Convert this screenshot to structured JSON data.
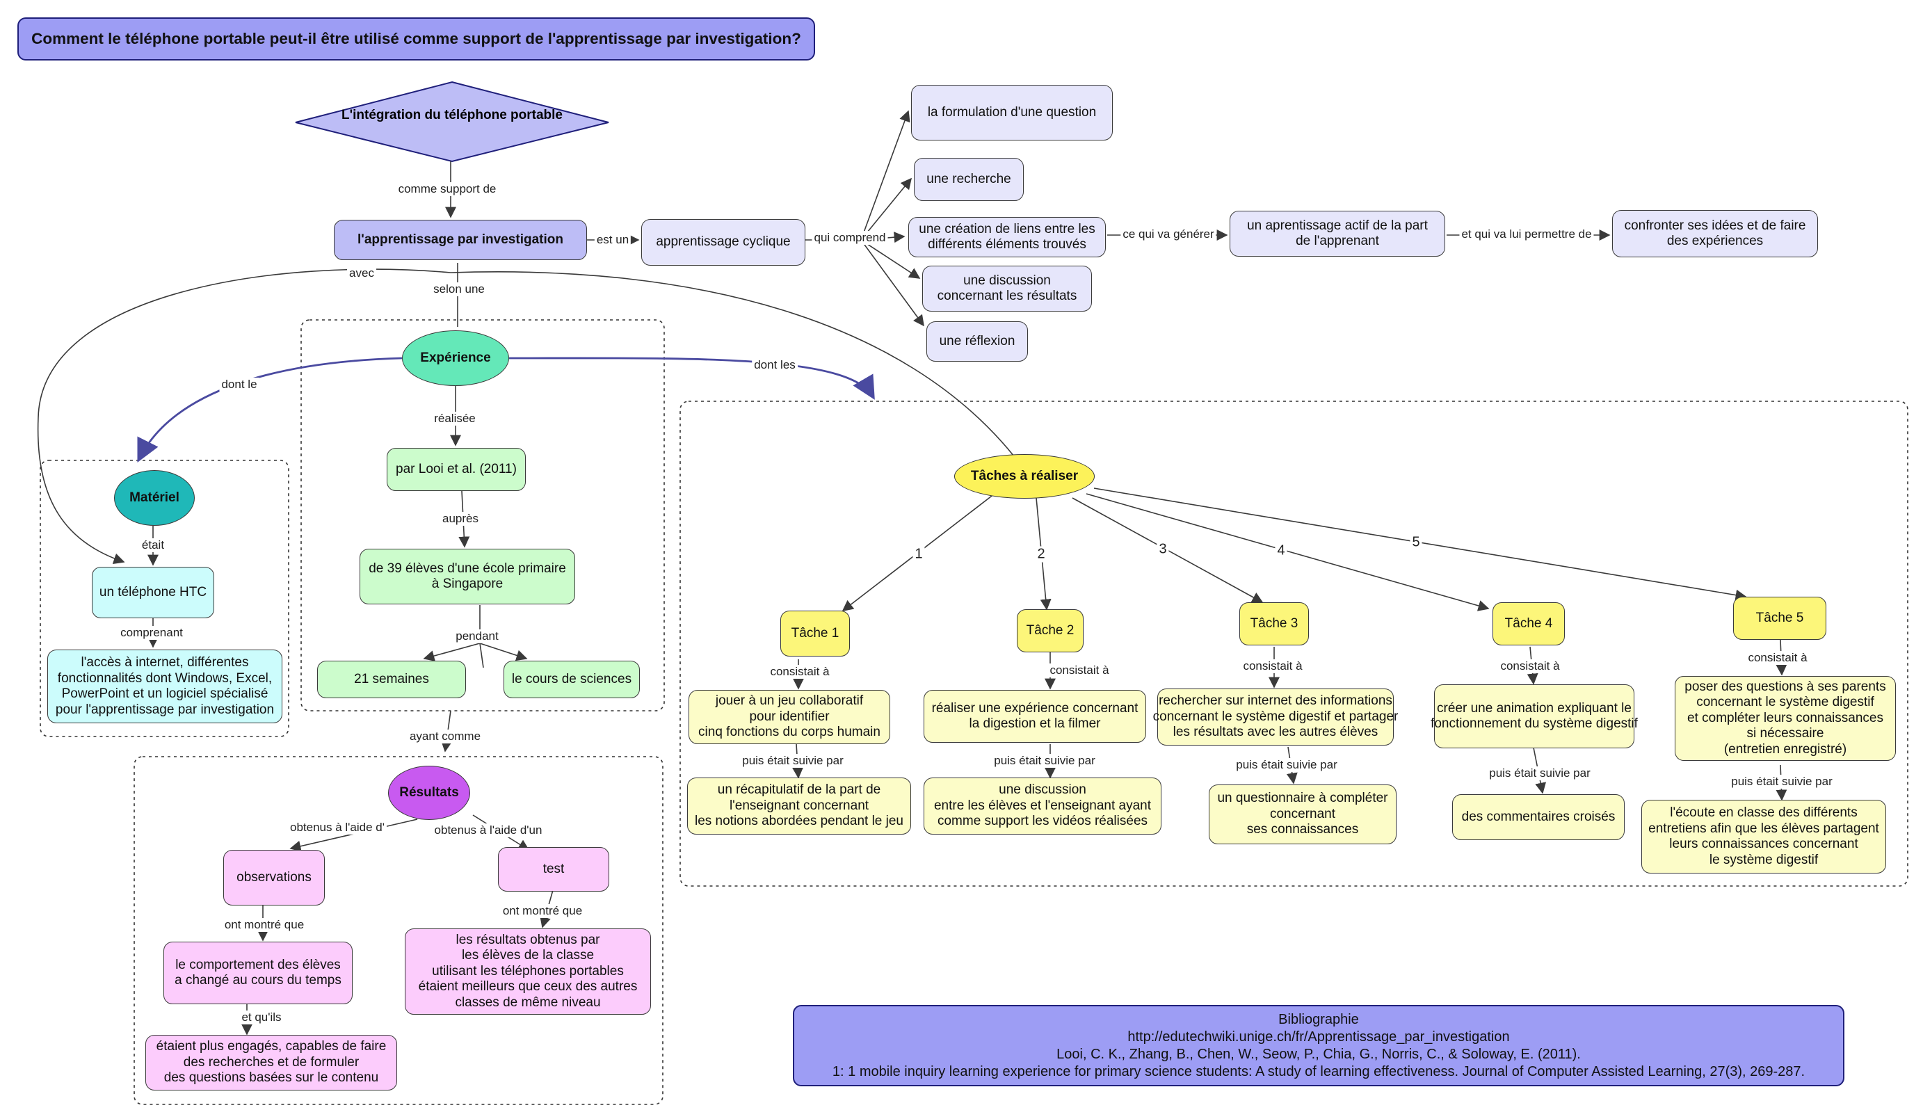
{
  "title": "Comment le téléphone portable peut-il être utilisé comme support de l'apprentissage par investigation?",
  "nodes": {
    "integration": "L'intégration du téléphone portable",
    "apprentissage": "l'apprentissage par investigation",
    "cyclique": "apprentissage cyclique",
    "formulation": "la formulation d'une question",
    "recherche": "une recherche",
    "creation": [
      "une création de liens entre les",
      "différents éléments trouvés"
    ],
    "discussion": [
      "une discussion",
      "concernant les résultats"
    ],
    "reflexion": "une réflexion",
    "actif": [
      "un aprentissage actif de la part",
      "de l'apprenant"
    ],
    "confronter": [
      "confronter ses idées et de faire",
      "des expériences"
    ],
    "experience": "Expérience",
    "looi": "par Looi et al. (2011)",
    "eleves39": [
      "de 39 élèves d'une école primaire",
      "à Singapore"
    ],
    "semaines": "21 semaines",
    "sciences": "le cours de sciences",
    "materiel": "Matériel",
    "htc": "un téléphone HTC",
    "acces": [
      "l'accès à internet, différentes",
      "fonctionnalités dont Windows, Excel,",
      "PowerPoint et un logiciel spécialisé",
      "pour l'apprentissage par investigation"
    ],
    "resultats": "Résultats",
    "observations": "observations",
    "test": "test",
    "comportement": [
      "le comportement des élèves",
      "a changé au cours du temps"
    ],
    "engages": [
      "étaient  plus engagés, capables de faire",
      "des recherches et de formuler",
      "des questions basées sur le contenu"
    ],
    "resultats_test": [
      "les résultats obtenus par",
      "les élèves de la classe",
      "utilisant les téléphones portables",
      "étaient meilleurs que ceux des autres",
      "classes de même niveau"
    ],
    "taches": "Tâches à réaliser",
    "tache1": "Tâche 1",
    "tache2": "Tâche 2",
    "tache3": "Tâche 3",
    "tache4": "Tâche 4",
    "tache5": "Tâche 5",
    "t1a": [
      "jouer à un jeu collaboratif",
      "pour identifier",
      "cinq fonctions du corps humain"
    ],
    "t1b": [
      "un récapitulatif de la part de",
      "l'enseignant concernant",
      "les notions abordées pendant le jeu"
    ],
    "t2a": [
      "réaliser une expérience concernant",
      "la digestion et la filmer"
    ],
    "t2b": [
      "une discussion",
      "entre les élèves et l'enseignant ayant",
      "comme support les vidéos réalisées"
    ],
    "t3a": [
      "rechercher sur internet  des informations",
      "concernant le système digestif et partager",
      "les résultats avec les autres élèves"
    ],
    "t3b": [
      "un questionnaire à compléter",
      "concernant",
      "ses connaissances"
    ],
    "t4a": [
      "créer une animation expliquant le",
      "fonctionnement du système digestif"
    ],
    "t4b": "des commentaires croisés",
    "t5a": [
      "poser des questions à ses parents",
      "concernant le système digestif",
      "et compléter leurs connaissances",
      "si nécessaire",
      "(entretien enregistré)"
    ],
    "t5b": [
      "l'écoute en classe des différents",
      "entretiens afin que les élèves partagent",
      "leurs connaissances concernant",
      "le système digestif"
    ]
  },
  "links": {
    "comme_support_de": "comme support de",
    "est_un": "est un",
    "qui_comprend": "qui comprend",
    "ce_qui_va_generer": "ce qui va générer",
    "et_qui_va": "et qui va lui permettre de",
    "avec": "avec",
    "selon_une": "selon une",
    "dont_le": "dont le",
    "dont_les": "dont les",
    "realisee": "réalisée",
    "aupres": "auprès",
    "pendant": "pendant",
    "etait": "était",
    "comprenant": "comprenant",
    "ayant_comme": "ayant comme",
    "obtenus_aide_d": "obtenus à l'aide d'",
    "obtenus_aide_un": "obtenus à l'aide d'un",
    "ont_montre_que_1": "ont montré que",
    "ont_montre_que_2": "ont montré que",
    "et_quils": "et qu'ils",
    "consistait_a": "consistait à",
    "puis_etait_suivie_par": "puis était suivie par",
    "n1": "1",
    "n2": "2",
    "n3": "3",
    "n4": "4",
    "n5": "5"
  },
  "bibliography": [
    "Bibliographie",
    "http://edutechwiki.unige.ch/fr/Apprentissage_par_investigation",
    "Looi, C. K., Zhang, B., Chen, W., Seow, P., Chia, G., Norris, C., & Soloway, E. (2011).",
    "1: 1 mobile inquiry learning experience for primary science students: A study of learning effectiveness. Journal of Computer Assisted Learning, 27(3), 269-287."
  ],
  "colors": {
    "title_fill": "#9d9df4",
    "lavender": "#e6e6fb",
    "green": "#ccfccc",
    "cyan": "#ccfcfc",
    "pink": "#fcccfc",
    "yellow": "#fcfcc8",
    "edge_blue": "#4a4aa0"
  }
}
